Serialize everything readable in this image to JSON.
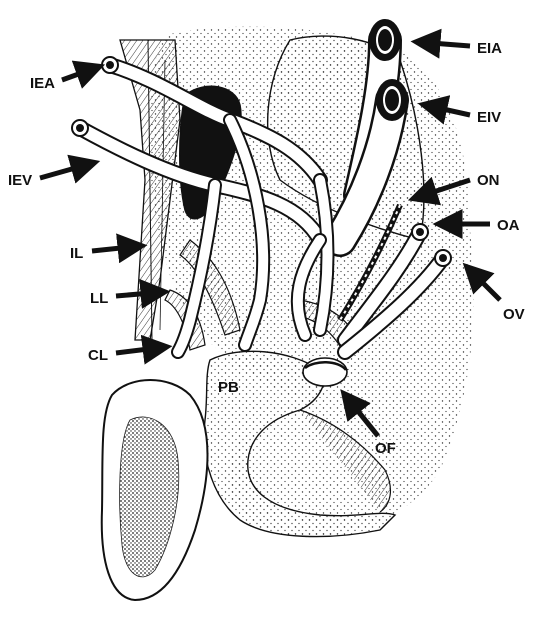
{
  "labels": {
    "iea": "IEA",
    "iev": "IEV",
    "il": "IL",
    "ll": "LL",
    "cl": "CL",
    "pb": "PB",
    "eia": "EIA",
    "eiv": "EIV",
    "on": "ON",
    "oa": "OA",
    "ov": "OV",
    "of": "OF"
  },
  "colors": {
    "ink": "#111111",
    "paper": "#ffffff"
  }
}
